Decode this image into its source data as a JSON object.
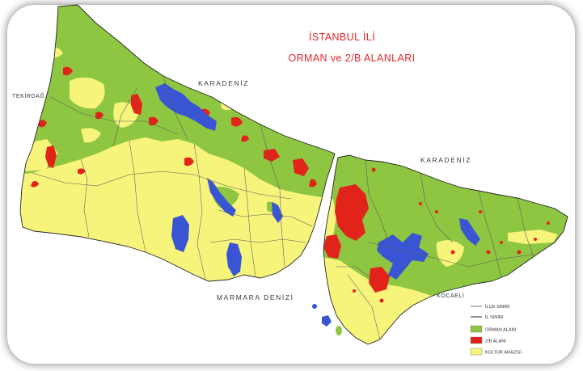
{
  "map": {
    "title_line1": "İSTANBUL İLİ",
    "title_line2": "ORMAN ve 2/B ALANLARI"
  },
  "labels": {
    "neighbor_west": "TEKİRDAĞ",
    "sea_north_west": "KARADENİZ",
    "sea_north_east": "KARADENİZ",
    "sea_south": "MARMARA DENİZİ",
    "neighbor_east": "KOCAELİ"
  },
  "legend": {
    "district_border": "İLÇE SINIRI",
    "province_border": "İL SINIRI",
    "forest_area": "ORMAN ALANI",
    "area_2b": "2/B ALANI",
    "agricultural_land": "KÜLTÜR ARAZİSİ"
  },
  "colors": {
    "title": "#e4262c",
    "forest": "#8ec641",
    "agriculture": "#f7f47c",
    "area_2b": "#e2231a",
    "water": "#3a55d4",
    "district_line": "#5a5a5a",
    "province_line": "#262626"
  }
}
